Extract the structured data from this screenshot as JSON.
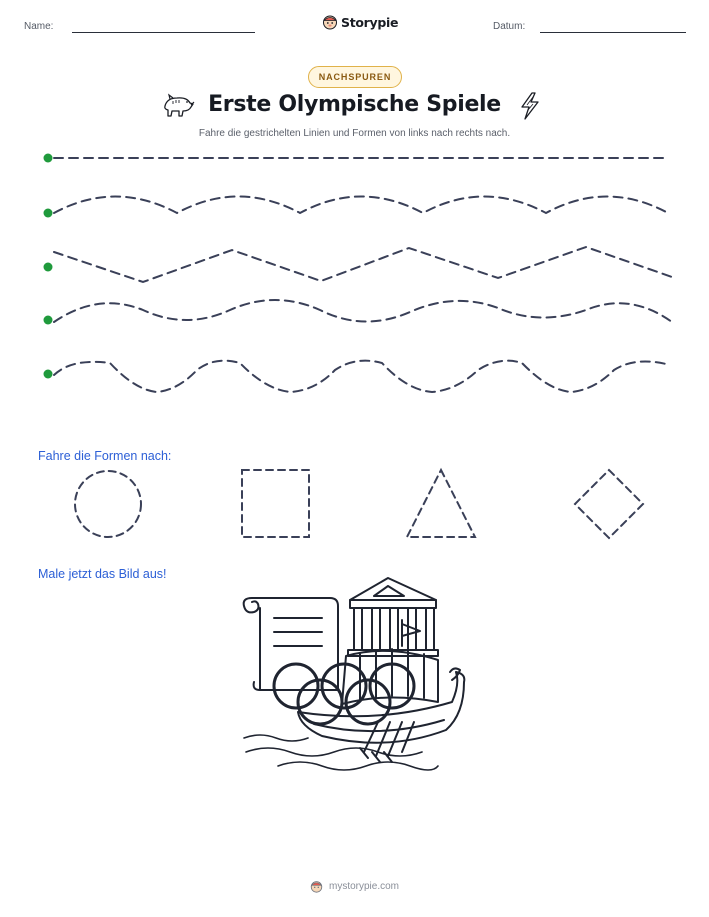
{
  "header": {
    "name_label": "Name:",
    "date_label": "Datum:",
    "brand": "Storypie"
  },
  "badge": "NACHSPUREN",
  "title": "Erste Olympische Spiele",
  "subtitle": "Fahre die gestrichelten Linien und Formen von links nach rechts nach.",
  "tracing_lines": [
    {
      "shape": "straight"
    },
    {
      "shape": "gentle-wave"
    },
    {
      "shape": "zigzag"
    },
    {
      "shape": "wave"
    },
    {
      "shape": "deep-wave"
    }
  ],
  "shapes_section": {
    "label": "Fahre die Formen nach:",
    "shapes": [
      "circle",
      "square",
      "triangle",
      "diamond"
    ]
  },
  "coloring_section": {
    "label": "Male jetzt das Bild aus!",
    "picture": "olympic-temple-ship-rings-scroll"
  },
  "footer": {
    "url": "mystorypie.com"
  },
  "colors": {
    "dot": "#1f9a3c",
    "dash": "#3a4058",
    "label_blue": "#2c5fd6",
    "badge_border": "#e0b24a",
    "badge_bg": "#fff6df"
  }
}
